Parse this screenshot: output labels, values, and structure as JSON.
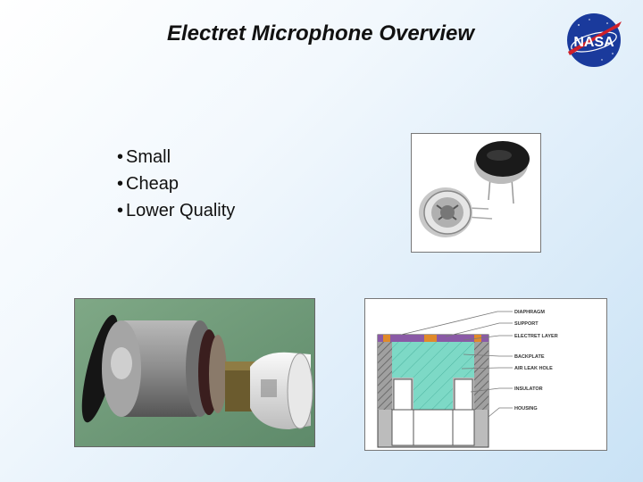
{
  "slide": {
    "title": "Electret Microphone Overview",
    "logo_text": "NASA",
    "bullets": [
      "Small",
      "Cheap",
      "Lower Quality"
    ],
    "bullet_char": "•"
  },
  "diagram": {
    "labels": [
      "DIAPHRAGM",
      "SUPPORT",
      "ELECTRET LAYER",
      "BACKPLATE",
      "AIR LEAK HOLE",
      "INSULATOR",
      "HOUSING"
    ]
  },
  "colors": {
    "nasa_blue": "#1a3a9c",
    "nasa_red": "#d0202a",
    "render_bg": "#6f9a78",
    "backplate_teal": "#7dd9c6",
    "housing_gray": "#9a9a9a"
  }
}
